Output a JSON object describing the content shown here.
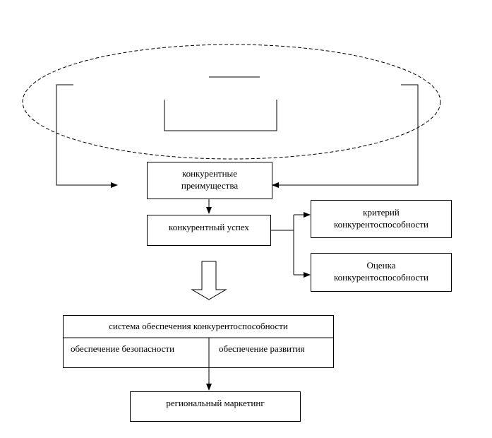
{
  "nodes": {
    "advantages": {
      "line1": "конкурентные",
      "line2": "преимущества"
    },
    "success": {
      "label": "конкурентный успех"
    },
    "criterion": {
      "line1": "критерий",
      "line2": "конкурентоспособности"
    },
    "assessment": {
      "line1": "Оценка",
      "line2": "конкурентоспособности"
    },
    "system": {
      "title": "система обеспечения конкурентоспособности",
      "left": "обеспечение безопасности",
      "right": "обеспечение развития"
    },
    "marketing": {
      "label": "региональный маркетинг"
    }
  },
  "colors": {
    "stroke": "#000000",
    "background": "#ffffff"
  }
}
